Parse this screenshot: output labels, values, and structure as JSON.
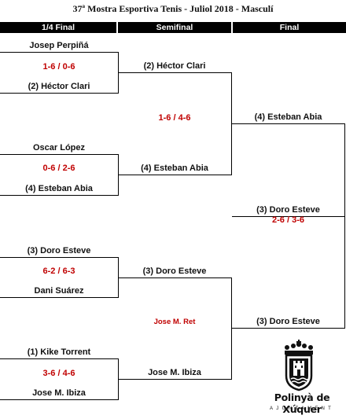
{
  "title": "37ª Mostra Esportiva Tenis - Juliol 2018 - Masculí",
  "headers": {
    "r1": "1/4 Final",
    "r2": "Semifinal",
    "r3": "Final"
  },
  "quarterfinals": [
    {
      "player_top": "Josep Perpiñá",
      "score": "1-6 / 0-6",
      "player_bottom": "(2) Héctor Clari"
    },
    {
      "player_top": "Oscar López",
      "score": "0-6 / 2-6",
      "player_bottom": "(4) Esteban Abia"
    },
    {
      "player_top": "(3) Doro Esteve",
      "score": "6-2 / 6-3",
      "player_bottom": "Dani Suárez"
    },
    {
      "player_top": "(1) Kike Torrent",
      "score": "3-6 / 4-6",
      "player_bottom": "Jose M. Ibiza"
    }
  ],
  "semifinals": [
    {
      "player_top": "(2) Héctor Clari",
      "score": "1-6 / 4-6",
      "player_bottom": "(4) Esteban Abia"
    },
    {
      "player_top": "(3) Doro Esteve",
      "score": "Jose M. Ret",
      "player_bottom": "Jose M. Ibiza"
    }
  ],
  "final": {
    "player_top": "(4) Esteban Abia",
    "player_bottom": "(3) Doro Esteve"
  },
  "champion": {
    "player": "(3) Doro Esteve",
    "score": "2-6 / 3-6"
  },
  "logo": {
    "name": "Polinyà de Xúquer",
    "subtitle": "AJUNTAMENT",
    "icon": "town-crest-icon"
  }
}
